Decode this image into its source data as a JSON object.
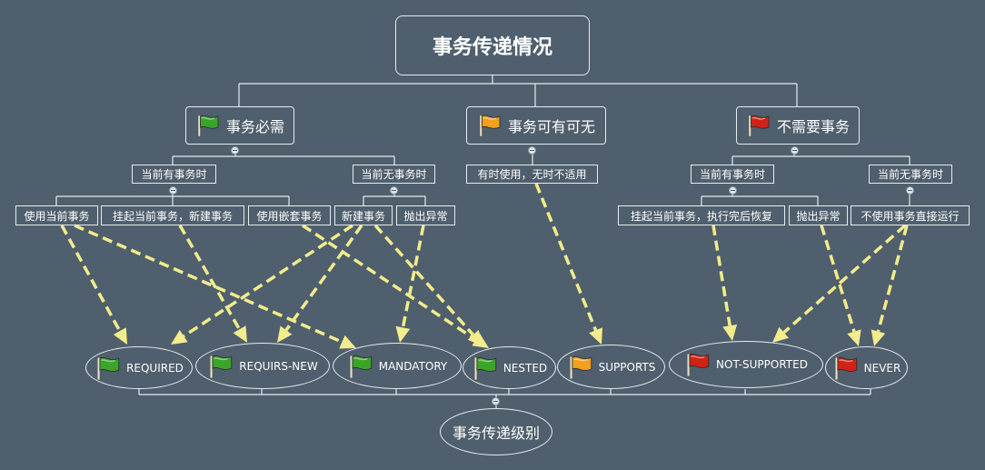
{
  "root": {
    "title": "事务传递情况"
  },
  "categories": [
    {
      "id": "required",
      "label": "事务必需",
      "flag": "green-flag-icon",
      "color": "#3aa52a"
    },
    {
      "id": "optional",
      "label": "事务可有可无",
      "flag": "orange-flag-icon",
      "color": "#f2a01f"
    },
    {
      "id": "not_required",
      "label": "不需要事务",
      "flag": "red-flag-icon",
      "color": "#d02316"
    }
  ],
  "conditions": {
    "req_has": "当前有事务时",
    "req_none": "当前无事务时",
    "opt_sometimes": "有时使用，无时不适用",
    "notreq_has": "当前有事务时",
    "notreq_none": "当前无事务时"
  },
  "actions": {
    "use_current": "使用当前事务",
    "suspend_new": "挂起当前事务，新建事务",
    "nested": "使用嵌套事务",
    "new_tx": "新建事务",
    "throw_1": "抛出异常",
    "suspend_exec": "挂起当前事务，执行完后恢复",
    "throw_2": "抛出异常",
    "no_tx": "不使用事务直接运行"
  },
  "levels": [
    {
      "id": "required",
      "label": "REQUIRED",
      "flag": "green-flag-icon"
    },
    {
      "id": "requires_new",
      "label": "REQUIRS-NEW",
      "flag": "green-flag-icon"
    },
    {
      "id": "mandatory",
      "label": "MANDATORY",
      "flag": "green-flag-icon"
    },
    {
      "id": "nested",
      "label": "NESTED",
      "flag": "green-flag-icon"
    },
    {
      "id": "supports",
      "label": "SUPPORTS",
      "flag": "orange-flag-icon"
    },
    {
      "id": "not_supported",
      "label": "NOT-SUPPORTED",
      "flag": "red-flag-icon"
    },
    {
      "id": "never",
      "label": "NEVER",
      "flag": "red-flag-icon"
    }
  ],
  "bottom": {
    "title": "事务传递级别"
  },
  "colors": {
    "background": "#4f5f6d",
    "line": "#e8ecef",
    "arrow": "#f2ec8c"
  }
}
